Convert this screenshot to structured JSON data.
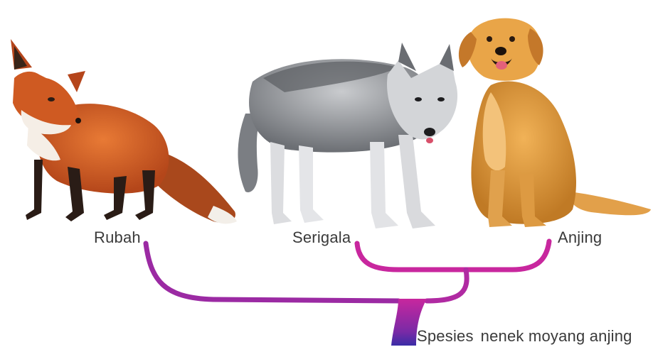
{
  "animals": [
    {
      "id": "fox",
      "label": "Rubah"
    },
    {
      "id": "wolf",
      "label": "Serigala"
    },
    {
      "id": "dog",
      "label": "Anjing"
    }
  ],
  "ancestor": {
    "word1": "Spesies",
    "word2": "nenek moyang anjing"
  },
  "colors": {
    "branch_top": "#c8279e",
    "branch_bottom": "#3a2ca6",
    "fox": "#d25a1e",
    "wolf": "#8a8d92",
    "dog": "#e09a3c"
  }
}
